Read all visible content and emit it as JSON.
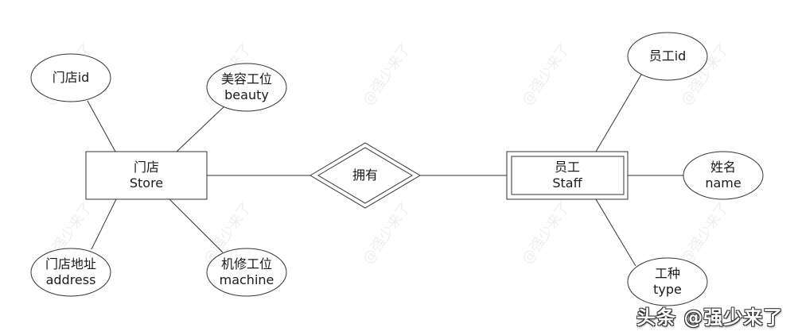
{
  "diagram": {
    "type": "er-diagram",
    "relationship": {
      "label": "拥有"
    },
    "entities": {
      "store": {
        "label_cn": "门店",
        "label_en": "Store",
        "attributes": [
          {
            "label_cn": "门店id",
            "label_en": ""
          },
          {
            "label_cn": "美容工位",
            "label_en": "beauty"
          },
          {
            "label_cn": "门店地址",
            "label_en": "address"
          },
          {
            "label_cn": "机修工位",
            "label_en": "machine"
          }
        ]
      },
      "staff": {
        "label_cn": "员工",
        "label_en": "Staff",
        "attributes": [
          {
            "label_cn": "员工id",
            "label_en": ""
          },
          {
            "label_cn": "姓名",
            "label_en": "name"
          },
          {
            "label_cn": "工种",
            "label_en": "type"
          }
        ]
      }
    }
  },
  "watermark": {
    "tile_text": "@强少来了",
    "credit_text": "头条 @强少来了"
  },
  "colors": {
    "stroke": "#333333",
    "text": "#1a1a1a",
    "background": "#ffffff"
  }
}
